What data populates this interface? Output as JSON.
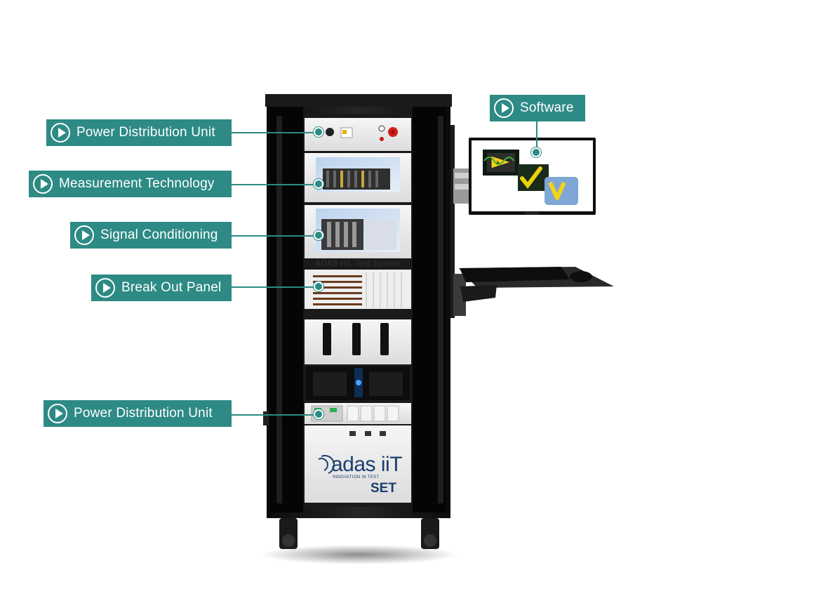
{
  "callouts": {
    "pdu_top": "Power Distribution Unit",
    "measurement": "Measurement Technology",
    "signal": "Signal Conditioning",
    "breakout": "Break Out Panel",
    "pdu_bottom": "Power Distribution Unit",
    "software": "Software"
  },
  "rack": {
    "system_label": "ADAS HiL Test System",
    "brand": "adas iiT",
    "tagline": "INNOVATION IN TEST",
    "maker": "SET"
  },
  "colors": {
    "accent": "#2d8a84",
    "rack_body": "#111111"
  },
  "icons": [
    "play-icon",
    "labview-icon",
    "teststand-icon",
    "veristand-icon"
  ]
}
